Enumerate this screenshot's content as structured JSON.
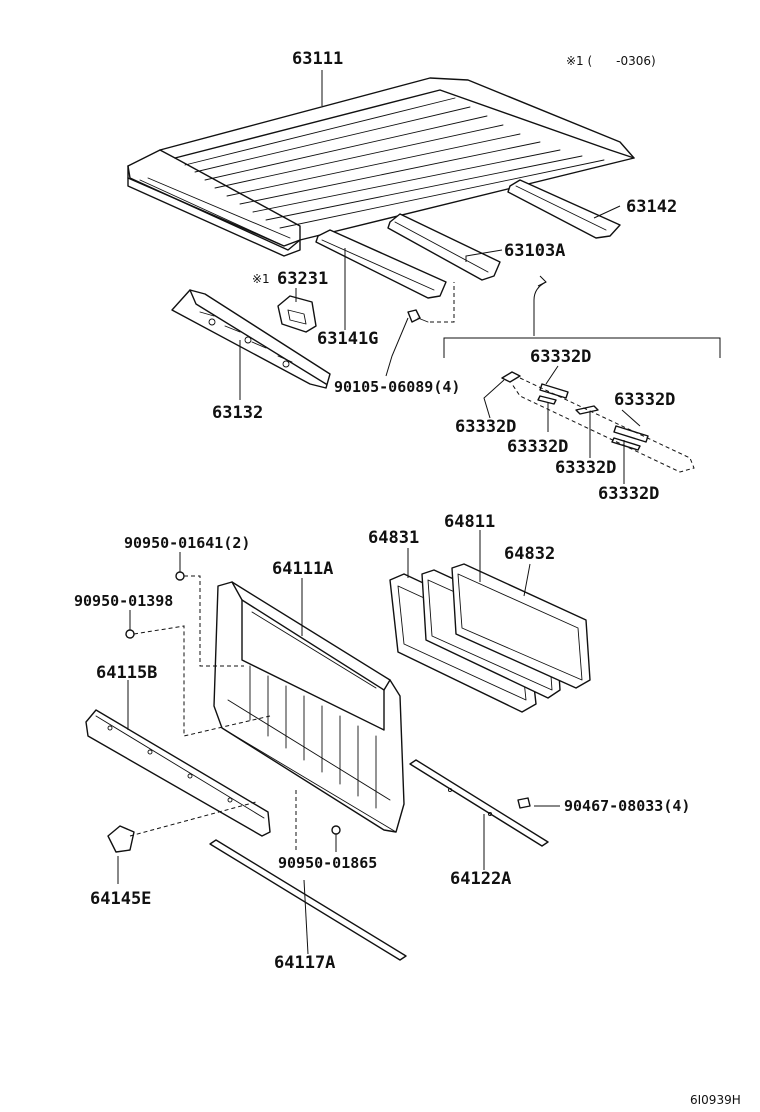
{
  "note": "※1 (　　-0306)",
  "footer_code": "6I0939H",
  "parts": {
    "p63111": "63111",
    "p63142": "63142",
    "p63103A": "63103A",
    "p63231_mark": "※1",
    "p63231": "63231",
    "p63141G": "63141G",
    "p63132": "63132",
    "p90105": "90105-06089(4)",
    "p63332D_top": "63332D",
    "p63332D_r1": "63332D",
    "p63332D_l": "63332D",
    "p63332D_m": "63332D",
    "p63332D_b1": "63332D",
    "p63332D_b2": "63332D",
    "p90950_01641": "90950-01641(2)",
    "p64111A": "64111A",
    "p64831": "64831",
    "p64811": "64811",
    "p64832": "64832",
    "p90950_01398": "90950-01398",
    "p64115B": "64115B",
    "p90467": "90467-08033(4)",
    "p90950_01865": "90950-01865",
    "p64122A": "64122A",
    "p64145E": "64145E",
    "p64117A": "64117A"
  }
}
